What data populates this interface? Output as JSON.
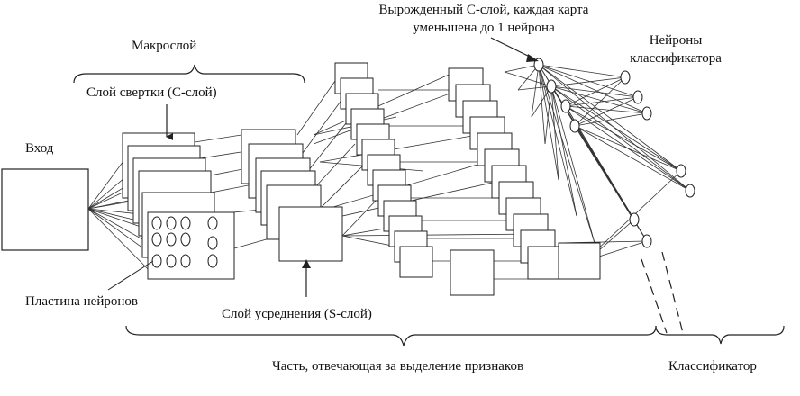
{
  "labels": {
    "input": "Вход",
    "macrolayer": "Макрослой",
    "conv_layer": "Слой свертки (С-слой)",
    "neuron_plate": "Пластина нейронов",
    "pooling_layer": "Слой усреднения (S-слой)",
    "degenerate_c_line1": "Вырожденный С-слой, каждая карта",
    "degenerate_c_line2": "уменьшена до 1 нейрона",
    "classifier_neurons_line1": "Нейроны",
    "classifier_neurons_line2": "классификатора",
    "feature_part": "Часть, отвечающая за выделение признаков",
    "classifier": "Классификатор"
  },
  "colors": {
    "stroke": "#222222",
    "background": "#ffffff"
  }
}
